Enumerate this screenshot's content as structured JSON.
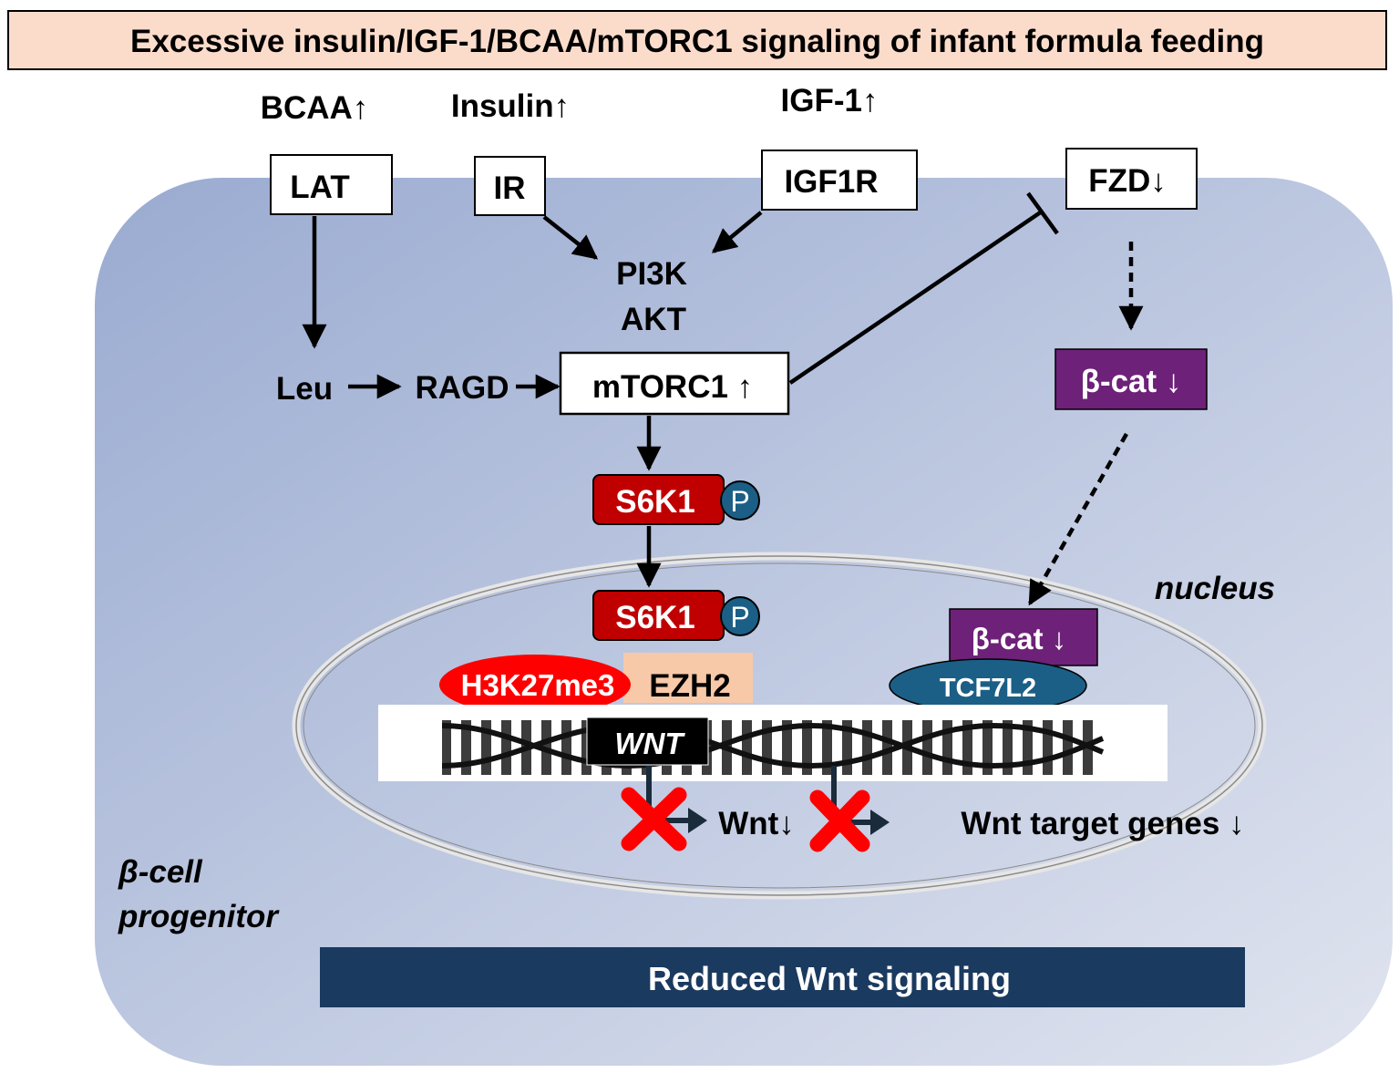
{
  "title": "Excessive insulin/IGF-1/BCAA/mTORC1 signaling of infant formula feeding",
  "inputs": {
    "bcaa": "BCAA↑",
    "insulin": "Insulin↑",
    "igf1": "IGF-1↑"
  },
  "receptors": {
    "lat": "LAT",
    "ir": "IR",
    "igf1r": "IGF1R",
    "fzd": "FZD↓"
  },
  "cytoplasm": {
    "pi3k": "PI3K",
    "akt": "AKT",
    "leu": "Leu",
    "ragd": "RAGD",
    "mtorc1": "mTORC1 ↑",
    "s6k1": "S6K1",
    "phospho": "P",
    "beta_cat": "β-cat ↓"
  },
  "nucleus": {
    "label": "nucleus",
    "s6k1": "S6K1",
    "phospho": "P",
    "h3k27me3": "H3K27me3",
    "ezh2": "EZH2",
    "beta_cat": "β-cat ↓",
    "tcf7l2": "TCF7L2",
    "wnt_gene": "WNT",
    "wnt_product": "Wnt↓",
    "wnt_targets": "Wnt target genes ↓"
  },
  "cell_label_line1": "β-cell",
  "cell_label_line2": "progenitor",
  "footer": "Reduced Wnt signaling",
  "colors": {
    "title_fill": "#fbdccb",
    "cell_fill_start": "#9cadd2",
    "cell_fill_end": "#dde2ee",
    "kinase_red": "#c00000",
    "phospho_teal": "#1b5f86",
    "beta_cat_purple": "#6e2178",
    "tcf7l2_teal": "#1b5f86",
    "h3k27me3_red": "#ff0000",
    "ezh2_peach": "#f8c9a8",
    "footer_navy": "#1a3a5f",
    "block_red": "#ff0000"
  }
}
